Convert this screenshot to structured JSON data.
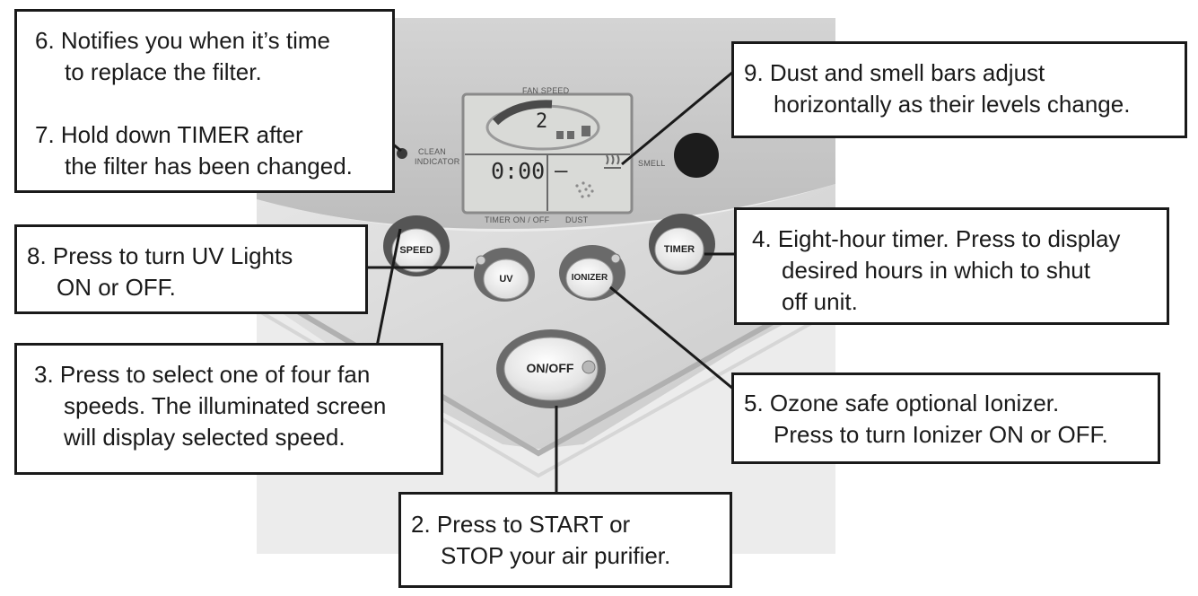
{
  "panel": {
    "lcd_fan_speed_label": "FAN SPEED",
    "lcd_speed_digit": "2",
    "lcd_timer_readout": "0:00",
    "lcd_dash": "–",
    "lcd_bottom_label_left": "TIMER ON / OFF",
    "lcd_bottom_label_right": "DUST",
    "clean_indicator_label_1": "CLEAN",
    "clean_indicator_label_2": "INDICATOR",
    "smell_label": "SMELL",
    "buttons": {
      "speed": "SPEED",
      "uv": "UV",
      "ionizer": "IONIZER",
      "timer": "TIMER",
      "onoff": "ON/OFF"
    }
  },
  "callouts": {
    "c6_line1": "6. Notifies you when it’s time",
    "c6_line2": "to replace the filter.",
    "c7_line1": "7. Hold down TIMER after",
    "c7_line2": "the filter has been changed.",
    "c9_line1": "9. Dust and smell bars adjust",
    "c9_line2": "horizontally as their levels change.",
    "c8_line1": "8. Press to turn UV Lights",
    "c8_line2": "ON or OFF.",
    "c4_line1": "4. Eight-hour timer. Press to display",
    "c4_line2": "desired hours in which to shut",
    "c4_line3": "off unit.",
    "c3_line1": "3. Press to select one of four fan",
    "c3_line2": "speeds. The illuminated screen",
    "c3_line3": "will display selected speed.",
    "c5_line1": "5. Ozone safe optional Ionizer.",
    "c5_line2": "Press to turn Ionizer ON or OFF.",
    "c2_line1": "2. Press to START or",
    "c2_line2": "STOP your air purifier."
  }
}
